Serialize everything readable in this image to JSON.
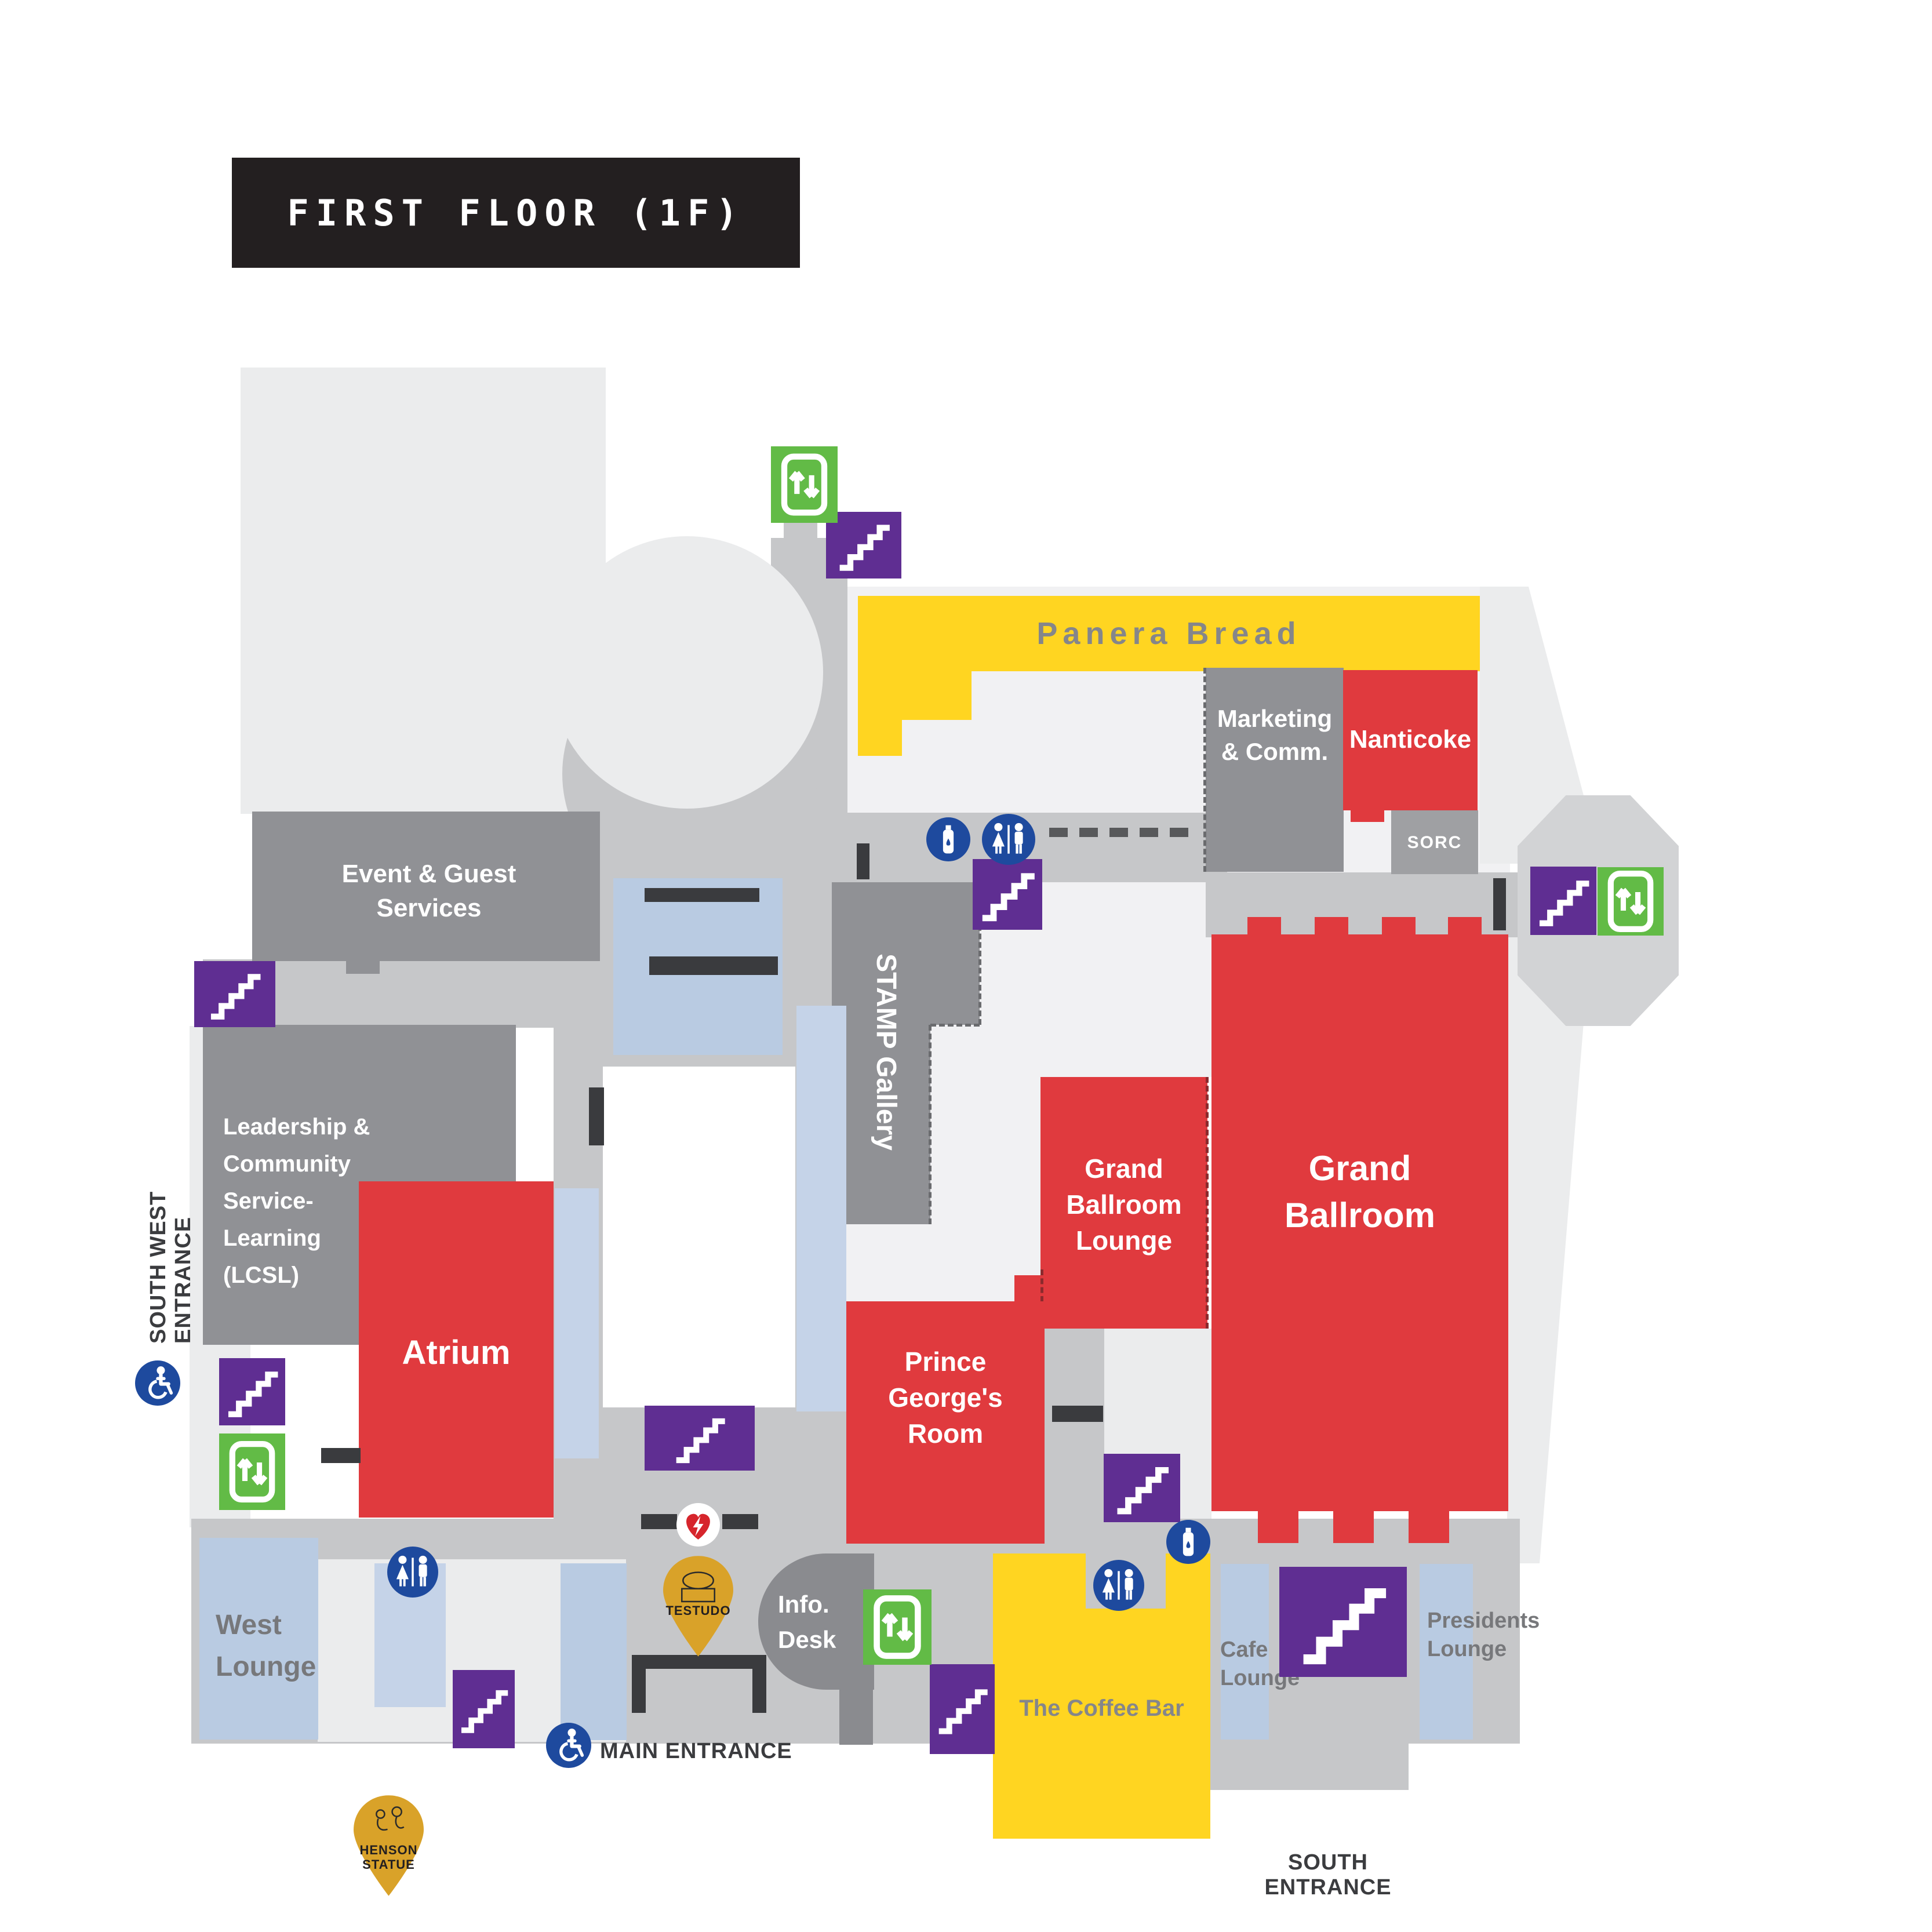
{
  "title": "FIRST FLOOR (1F)",
  "rooms": {
    "panera": "Panera Bread",
    "marketing": "Marketing\n& Comm.",
    "nanticoke": "Nanticoke",
    "sorc": "SORC",
    "event_guest": "Event & Guest\nServices",
    "stamp_gallery": "STAMP Gallery",
    "lcsl": "Leadership &\nCommunity\nService-\nLearning\n(LCSL)",
    "atrium": "Atrium",
    "grand_ballroom_lounge": "Grand\nBallroom\nLounge",
    "grand_ballroom": "Grand\nBallroom",
    "prince_georges": "Prince\nGeorge's\nRoom",
    "west_lounge": "West\nLounge",
    "coffee_bar": "The Coffee Bar",
    "cafe_lounge": "Cafe\nLounge",
    "presidents_lounge": "Presidents\nLounge",
    "info_desk": "Info.\nDesk"
  },
  "entrances": {
    "south_west": "SOUTH WEST ENTRANCE",
    "main": "MAIN ENTRANCE",
    "south": "SOUTH ENTRANCE"
  },
  "markers": {
    "testudo": "TESTUDO",
    "henson": "HENSON\nSTATUE"
  },
  "icons": {
    "stairs": "stairs-icon",
    "elevator": "elevator-icon",
    "restroom": "restroom-icon",
    "water_refill": "water-refill-icon",
    "accessible": "accessible-entrance-icon",
    "aed": "aed-icon"
  },
  "colors": {
    "room_red": "#e03a3e",
    "room_yellow": "#ffd521",
    "room_gray": "#909195",
    "corridor_gray": "#c6c7c9",
    "footprint_gray": "#ebeced",
    "lounge_blue": "#b9cbe2",
    "stairs_purple": "#5f2e92",
    "elevator_green": "#62bb46",
    "icon_blue": "#1e4a9e",
    "pin_gold": "#d9a229",
    "title_bg": "#231f20"
  }
}
